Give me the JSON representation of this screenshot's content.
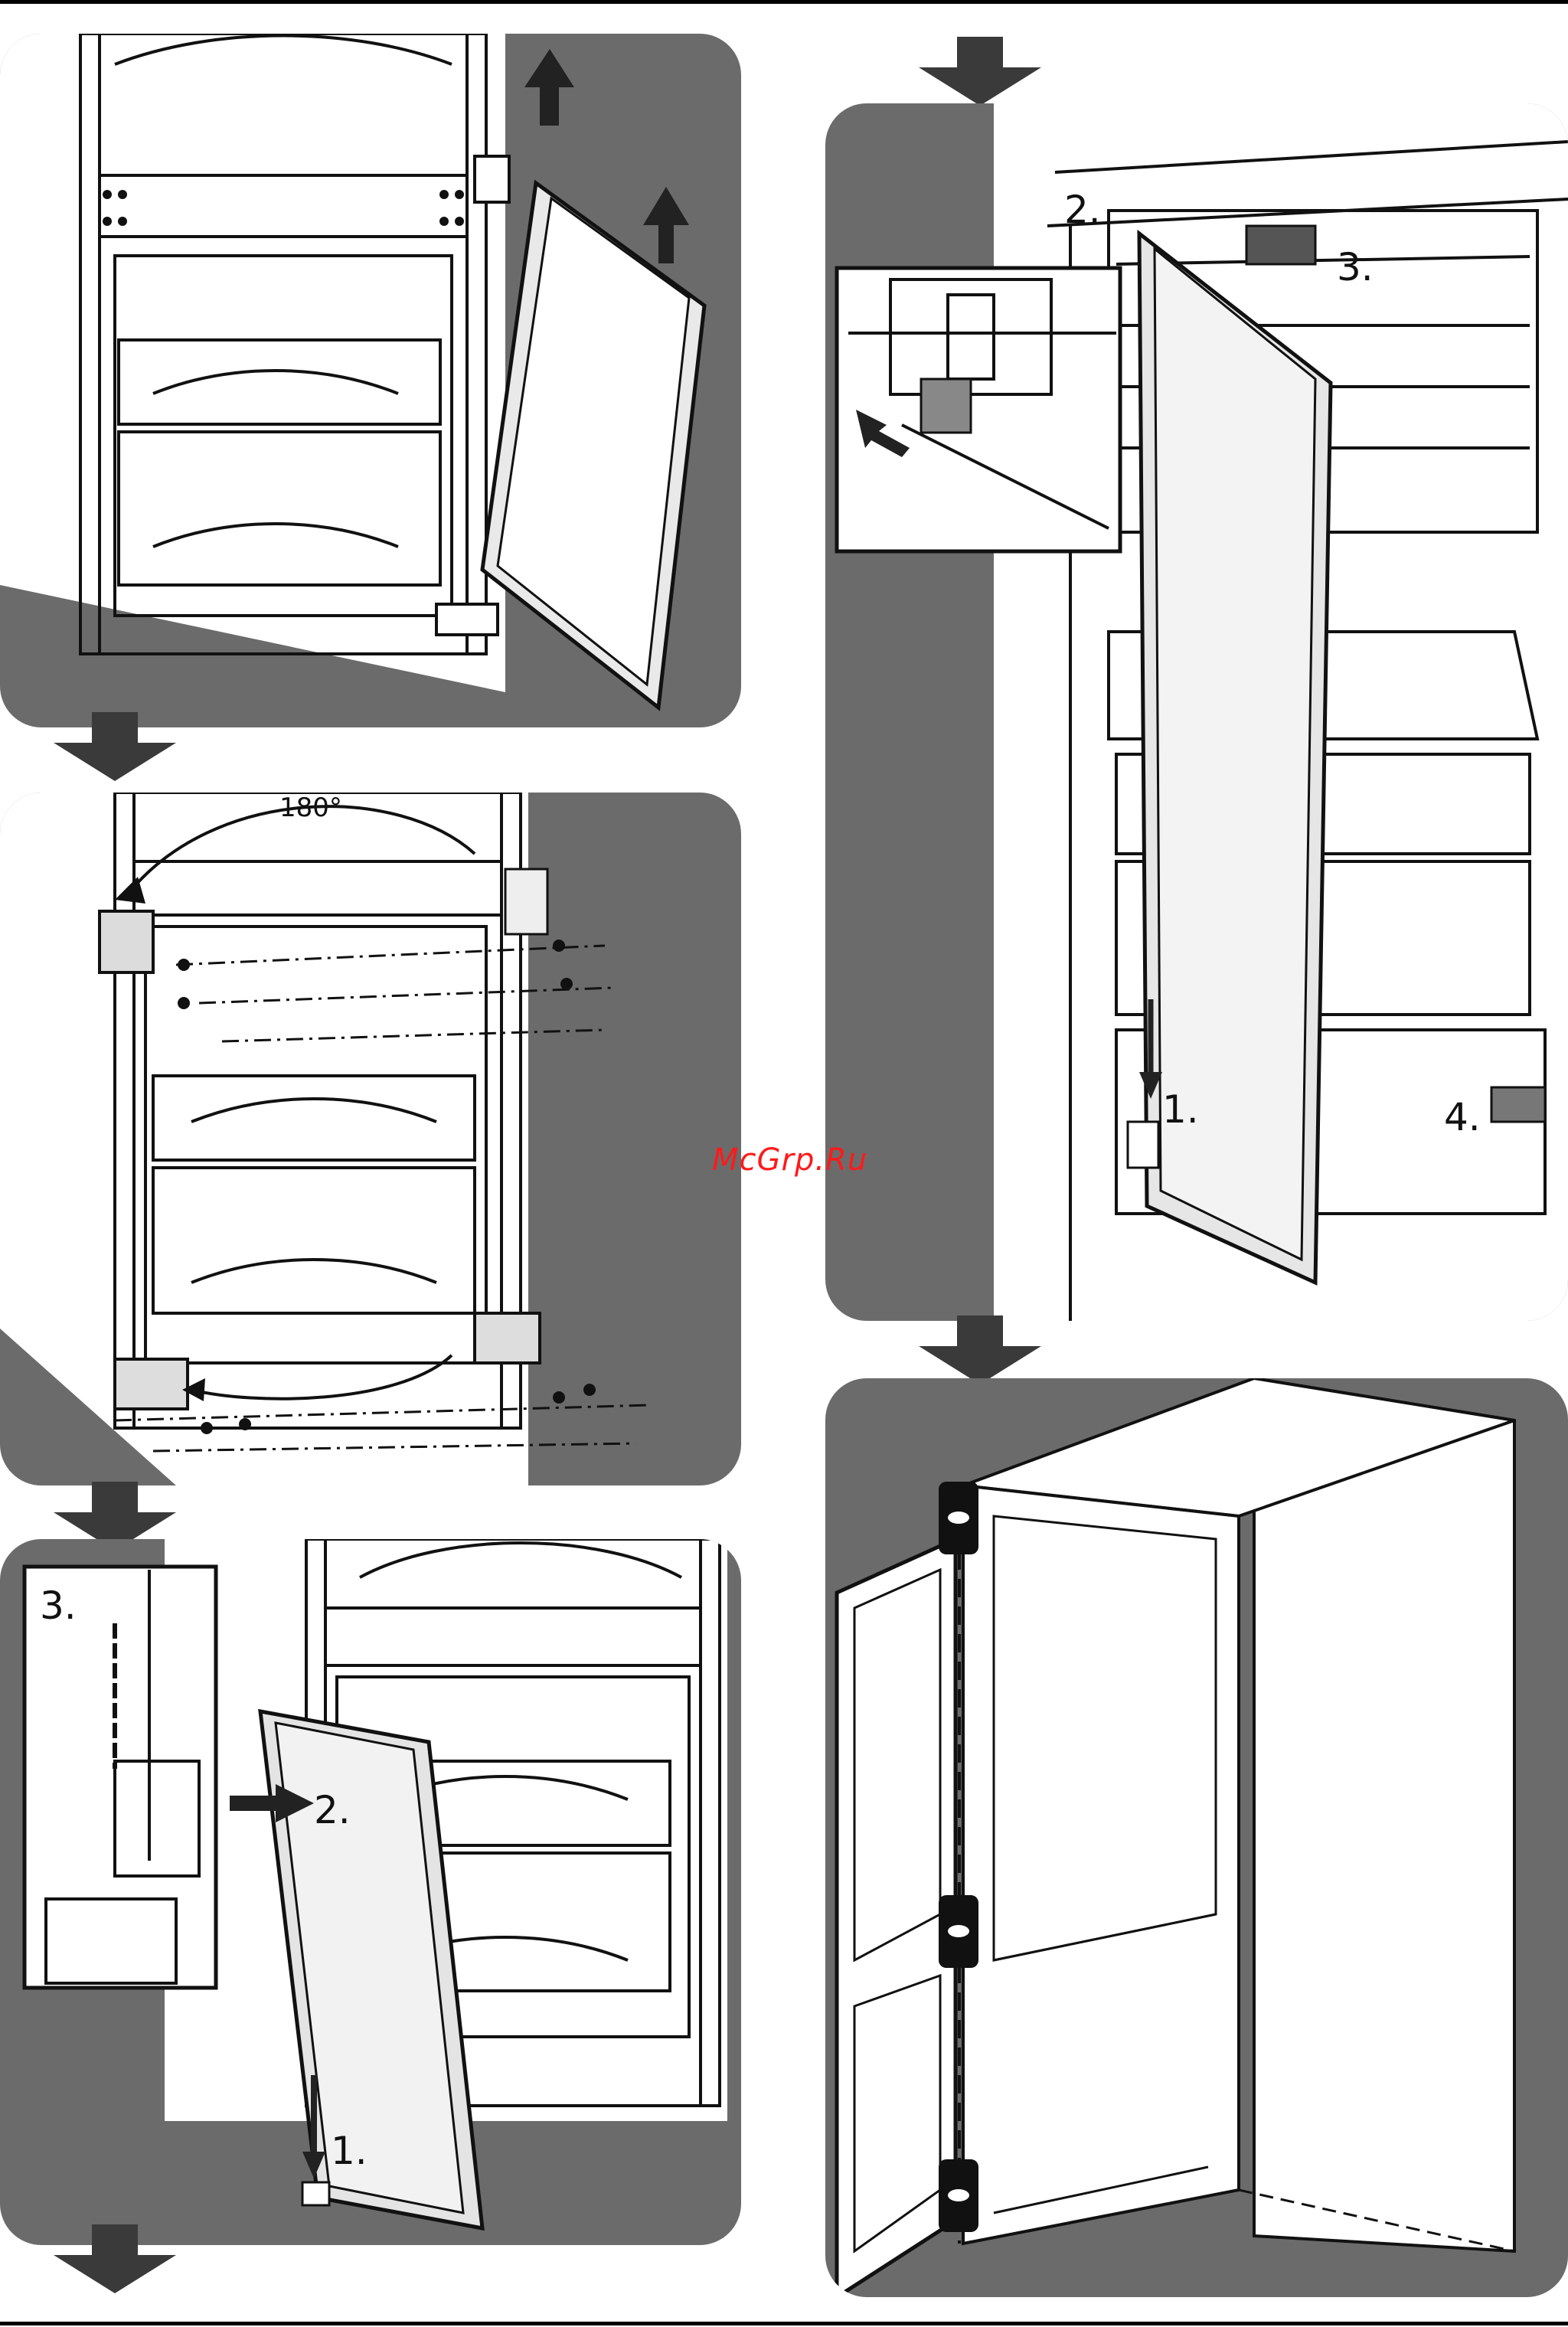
{
  "watermark": "McGrp.Ru",
  "panel2": {
    "angle_label": "180°"
  },
  "panel3": {
    "step1": "1.",
    "step2": "2.",
    "step3": "3."
  },
  "panel4": {
    "step1": "1.",
    "step2": "2.",
    "step3": "3.",
    "step4": "4."
  },
  "colors": {
    "panel_bg": "#6b6b6b",
    "line": "#111111",
    "fill_light": "#ffffff",
    "arrow": "#3a3a3a"
  }
}
